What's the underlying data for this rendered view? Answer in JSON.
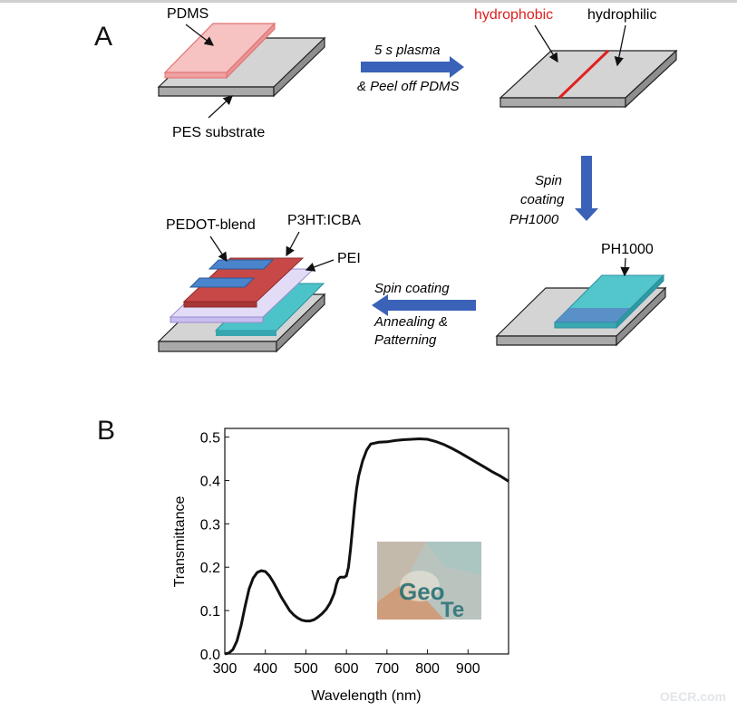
{
  "panel_a": {
    "letter": "A",
    "labels": {
      "pdms": "PDMS",
      "pes_substrate": "PES substrate",
      "step1_line1": "5 s plasma",
      "step1_line2": "& Peel off PDMS",
      "hydrophobic": "hydrophobic",
      "hydrophilic": "hydrophilic",
      "step2_line1": "Spin",
      "step2_line2": "coating",
      "step2_line3": "PH1000",
      "ph1000": "PH1000",
      "step3_line1": "Spin coating",
      "step3_line2": "Annealing &",
      "step3_line3": "Patterning",
      "pedot_blend": "PEDOT-blend",
      "p3ht_icba": "P3HT:ICBA",
      "pei": "PEI"
    },
    "colors": {
      "arrow_blue": "#3a62b8",
      "hydrophobic_red": "#e02020",
      "substrate_gray": "#d4d4d4",
      "pdms_pink": "#f6b4b4",
      "ph1000_teal": "#4cc3c8",
      "p3ht_red": "#c84848",
      "pedot_blue": "#4a84cc",
      "pei_lavender": "#d8cff2"
    }
  },
  "panel_b": {
    "letter": "B",
    "watermark": "OECR.com"
  },
  "chart_data": {
    "type": "line",
    "xlabel": "Wavelength (nm)",
    "ylabel": "Transmittance",
    "xlim": [
      300,
      1000
    ],
    "ylim": [
      0.0,
      0.52
    ],
    "xticks": [
      "300",
      "400",
      "500",
      "600",
      "700",
      "800",
      "900"
    ],
    "yticks": [
      "0.0",
      "0.1",
      "0.2",
      "0.3",
      "0.4",
      "0.5"
    ],
    "series": [
      {
        "x": [
          300,
          310,
          320,
          330,
          340,
          350,
          360,
          370,
          380,
          390,
          400,
          410,
          420,
          430,
          440,
          450,
          460,
          470,
          480,
          490,
          500,
          510,
          520,
          530,
          540,
          550,
          560,
          570,
          575,
          580,
          585,
          590,
          595,
          600,
          605,
          610,
          615,
          620,
          625,
          630,
          640,
          650,
          660,
          680,
          700,
          720,
          740,
          760,
          780,
          800,
          820,
          840,
          860,
          880,
          900,
          920,
          940,
          960,
          980,
          1000
        ],
        "values": [
          0.0,
          0.002,
          0.01,
          0.03,
          0.065,
          0.11,
          0.15,
          0.175,
          0.188,
          0.192,
          0.19,
          0.18,
          0.165,
          0.148,
          0.13,
          0.115,
          0.1,
          0.09,
          0.083,
          0.078,
          0.076,
          0.076,
          0.079,
          0.085,
          0.093,
          0.103,
          0.118,
          0.14,
          0.16,
          0.173,
          0.177,
          0.177,
          0.177,
          0.18,
          0.2,
          0.24,
          0.29,
          0.34,
          0.38,
          0.41,
          0.445,
          0.47,
          0.484,
          0.488,
          0.489,
          0.492,
          0.494,
          0.495,
          0.496,
          0.495,
          0.49,
          0.483,
          0.474,
          0.464,
          0.453,
          0.442,
          0.431,
          0.42,
          0.41,
          0.398
        ]
      }
    ],
    "grid": false,
    "legend": "none",
    "has_inset_photo": true
  }
}
